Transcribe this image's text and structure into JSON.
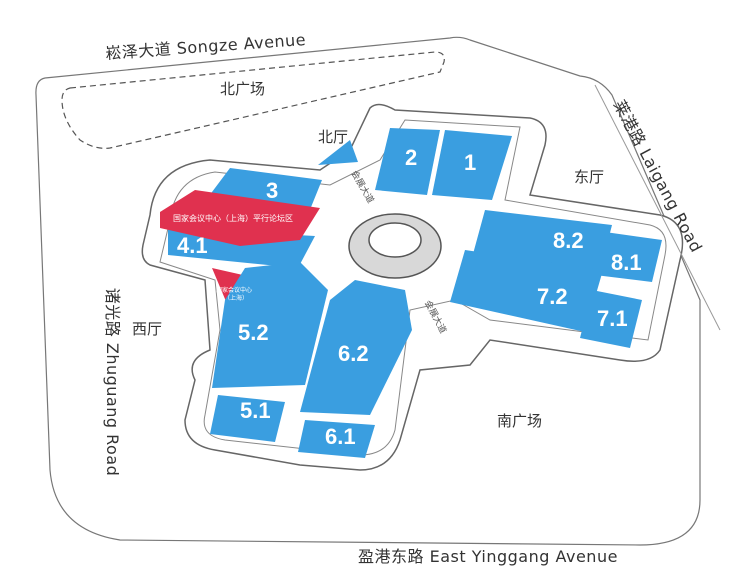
{
  "roads": {
    "north": "崧泽大道 Songze Avenue",
    "east": "莱港路 Laigang Road",
    "west": "诸光路 Zhuguang Road",
    "south": "盈港东路 East Yinggang Avenue",
    "inner": "会展大道"
  },
  "areas": {
    "north_plaza": "北广场",
    "north_hall": "北厅",
    "east_hall": "东厅",
    "west_hall": "西厅",
    "south_plaza": "南广场"
  },
  "halls": [
    "1",
    "2",
    "3",
    "4.1",
    "5.1",
    "5.2",
    "6.1",
    "6.2",
    "7.1",
    "7.2",
    "8.1",
    "8.2"
  ],
  "forum": {
    "parallel_forum": "国家会议中心（上海）平行论坛区",
    "ncc_line1": "国家会议中心",
    "ncc_line2": "（上海）"
  },
  "colors": {
    "hall": "#3a9ee0",
    "forum": "#e0314f",
    "outline": "#666666"
  }
}
